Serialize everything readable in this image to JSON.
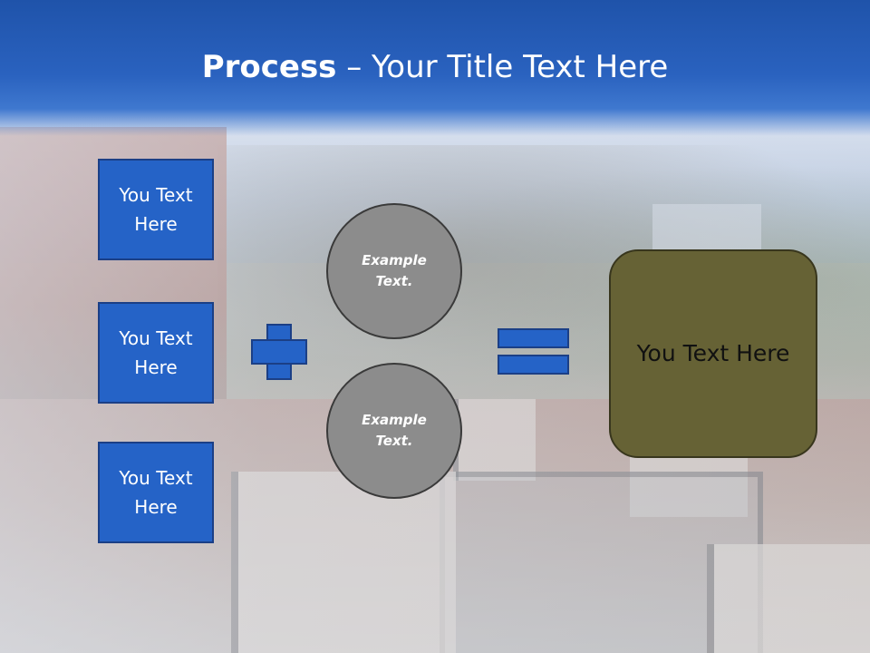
{
  "header": {
    "title_bold": "Process",
    "title_rest": " – Your Title Text Here"
  },
  "left_boxes": [
    {
      "label": "You Text Here"
    },
    {
      "label": "You Text Here"
    },
    {
      "label": "You Text Here"
    }
  ],
  "circles": [
    {
      "label": "Example Text."
    },
    {
      "label": "Example Text."
    }
  ],
  "result": {
    "label": "You Text Here"
  },
  "colors": {
    "header_blue": "#2a62bf",
    "box_blue": "#2563c7",
    "circle_gray": "#8c8c8c",
    "result_olive": "#666235"
  }
}
